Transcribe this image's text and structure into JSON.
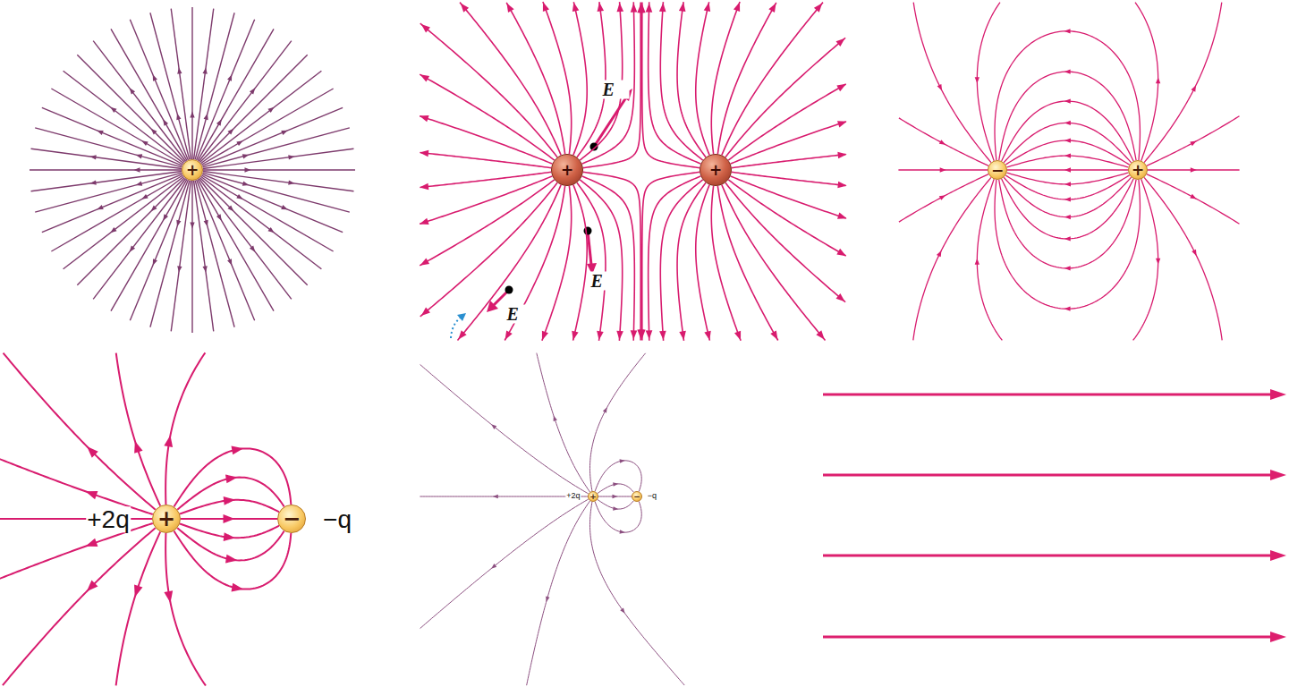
{
  "diagram": {
    "nodes": [
      {
        "text": [
          "+"
        ]
      },
      {
        "text": [
          "+"
        ]
      },
      {
        "text": [
          "+"
        ]
      },
      {
        "text": [
          "−"
        ]
      },
      {
        "text": [
          "+"
        ]
      },
      {
        "text": [
          "+"
        ]
      },
      {
        "text": [
          "−"
        ]
      },
      {
        "text": [
          "+"
        ]
      },
      {
        "text": [
          "−"
        ]
      }
    ],
    "edges": [
      {
        "from": 4,
        "to": 3,
        "arrow": "to"
      },
      {
        "from": 4,
        "to": 3,
        "arrow": "to"
      },
      {
        "from": 4,
        "to": 3,
        "arrow": "to"
      },
      {
        "from": 4,
        "to": 3,
        "arrow": "to"
      },
      {
        "from": 4,
        "to": 3,
        "arrow": "to"
      },
      {
        "from": 4,
        "to": 3,
        "arrow": "to"
      },
      {
        "from": 4,
        "to": 3,
        "arrow": "to"
      },
      {
        "from": 4,
        "to": 3,
        "arrow": "to"
      },
      {
        "from": 4,
        "to": 3,
        "arrow": "to"
      },
      {
        "from": 4,
        "to": 3,
        "arrow": "to"
      },
      {
        "from": 4,
        "to": 3,
        "arrow": "to"
      },
      {
        "from": 4,
        "to": 3,
        "arrow": "to"
      },
      {
        "from": 4,
        "to": 3,
        "arrow": "to"
      },
      {
        "from": 5,
        "to": 6,
        "arrow": "to"
      },
      {
        "from": 5,
        "to": 6,
        "arrow": "to"
      },
      {
        "from": 5,
        "to": 6,
        "arrow": "to"
      },
      {
        "from": 5,
        "to": 6,
        "arrow": "to"
      },
      {
        "from": 5,
        "to": 6,
        "arrow": "to"
      },
      {
        "from": 5,
        "to": 6,
        "arrow": "to"
      },
      {
        "from": 5,
        "to": 6,
        "arrow": "to"
      },
      {
        "from": 7,
        "to": 8,
        "arrow": "to"
      },
      {
        "from": 7,
        "to": 8,
        "arrow": "to"
      },
      {
        "from": 7,
        "to": 8,
        "arrow": "to"
      },
      {
        "from": 7,
        "to": 8,
        "arrow": "to"
      },
      {
        "from": 7,
        "to": 8,
        "arrow": "to"
      }
    ],
    "labels": [
      "E⃗",
      "E⃗",
      "E⃗",
      "+2q",
      "−q",
      "+2q",
      "−q"
    ]
  }
}
